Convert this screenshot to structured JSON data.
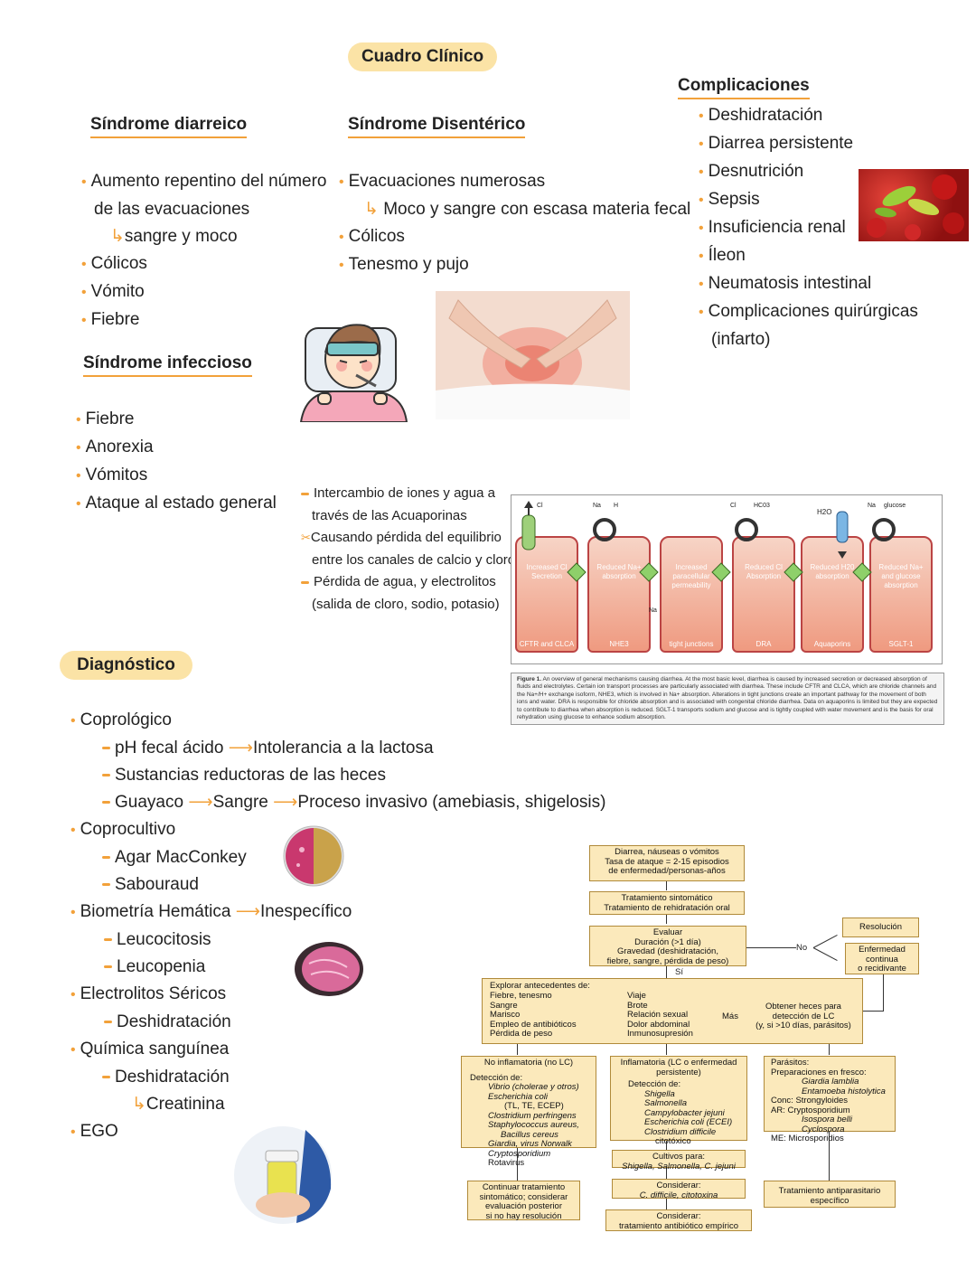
{
  "page_title": "Cuadro Clínico",
  "diarreico": {
    "header": "Síndrome diarreico",
    "items": [
      "Aumento repentino del número",
      "de las evacuaciones",
      "sangre y moco",
      "Cólicos",
      "Vómito",
      "Fiebre"
    ]
  },
  "disenterico": {
    "header": "Síndrome Disentérico",
    "items": [
      "Evacuaciones numerosas",
      "Moco y sangre con escasa materia fecal",
      "Cólicos",
      "Tenesmo y pujo"
    ]
  },
  "complicaciones": {
    "header": "Complicaciones",
    "items": [
      "Deshidratación",
      "Diarrea persistente",
      "Desnutrición",
      "Sepsis",
      "Insuficiencia renal",
      "Íleon",
      "Neumatosis intestinal",
      "Complicaciones quirúrgicas",
      "(infarto)"
    ]
  },
  "infeccioso": {
    "header": "Síndrome infeccioso",
    "items": [
      "Fiebre",
      "Anorexia",
      "Vómitos",
      "Ataque al estado general"
    ]
  },
  "mecanismo_notes": [
    "Intercambio de iones y agua a",
    "través de las Acuaporinas",
    "Causando pérdida del equilibrio",
    "entre los canales de calcio y cloro",
    "Pérdida de agua, y electrolitos",
    "(salida de cloro, sodio, potasio)"
  ],
  "mech_figure": {
    "ions": [
      "Cl",
      "Na",
      "H",
      "Cl",
      "HC03",
      "H2O",
      "Na",
      "glucose"
    ],
    "cells": [
      {
        "top": "Increased Cl Secretion",
        "bottom": "CFTR and CLCA"
      },
      {
        "top": "Reduced Na+ absorption",
        "bottom": "NHE3"
      },
      {
        "top": "Increased paracellular permeability",
        "bottom": "tight junctions"
      },
      {
        "top": "Reduced Cl Absorption",
        "bottom": "DRA"
      },
      {
        "top": "Reduced H20 absorption",
        "bottom": "Aquaporins"
      },
      {
        "top": "Reduced Na+ and glucose absorption",
        "bottom": "SGLT-1"
      }
    ],
    "na_label": "Na",
    "caption_title": "Figure 1.",
    "caption": "An overview of general mechanisms causing diarrhea. At the most basic level, diarrhea is caused by increased secretion or decreased absorption of fluids and electrolytes. Certain ion transport processes are particularly associated with diarrhea. These include CFTR and CLCA, which are chloride channels and the Na+/H+ exchange isoform, NHE3, which is involved in Na+ absorption. Alterations in tight junctions create an important pathway for the movement of both ions and water. DRA is responsible for chloride absorption and is associated with congenital chloride diarrhea. Data on aquaporins is limited but they are expected to contribute to diarrhea when absorption is reduced. SGLT-1 transports sodium and glucose and is tightly coupled with water movement and is the basis for oral rehydration using glucose to enhance sodium absorption."
  },
  "diagnostico": {
    "header": "Diagnóstico",
    "coprologico": "Coprológico",
    "ph": "pH fecal ácido",
    "ph_result": "Intolerancia a la lactosa",
    "reductoras": "Sustancias reductoras de las heces",
    "guayaco": "Guayaco",
    "guayaco_r1": "Sangre",
    "guayaco_r2": "Proceso invasivo (amebiasis, shigelosis)",
    "coprocultivo": "Coprocultivo",
    "agar": "Agar MacConkey",
    "sabouraud": "Sabouraud",
    "biometria": "Biometría Hemática",
    "biometria_r": "Inespecífico",
    "leucocitosis": "Leucocitosis",
    "leucopenia": "Leucopenia",
    "electrolitos": "Electrolitos Séricos",
    "deshidratacion1": "Deshidratación",
    "quimica": "Química sanguínea",
    "deshidratacion2": "Deshidratación",
    "creatinina": "Creatinina",
    "ego": "EGO"
  },
  "flow": {
    "b1": [
      "Diarrea, náuseas o vómitos",
      "Tasa de ataque = 2-15 episodios",
      "de enfermedad/personas-años"
    ],
    "b2": [
      "Tratamiento sintomático",
      "Tratamiento de rehidratación oral"
    ],
    "b3": [
      "Evaluar",
      "Duración (>1 día)",
      "Gravedad (deshidratación,",
      "fiebre, sangre, pérdida de peso)"
    ],
    "no": "No",
    "si": "Sí",
    "resolucion": "Resolución",
    "enfermedad": [
      "Enfermedad",
      "continua",
      "o recidivante"
    ],
    "explorar_title": "Explorar antecedentes de:",
    "explorar_left": [
      "Fiebre, tenesmo",
      "Sangre",
      "Marisco",
      "Empleo de antibióticos",
      "Pérdida de peso"
    ],
    "explorar_right": [
      "Viaje",
      "Brote",
      "Relación sexual",
      "Dolor abdominal",
      "Inmunosupresión"
    ],
    "mas": "Más",
    "obtener": [
      "Obtener heces para",
      "detección de LC",
      "(y, si >10 días, parásitos)"
    ],
    "noinf_title": "No inflamatoria (no LC)",
    "noinf_det": "Detección de:",
    "noinf_items": [
      "Vibrio (cholerae y otros)",
      "Escherichia coli",
      "(TL, TE, ECEP)",
      "Clostridium perfringens",
      "Staphylococcus aureus,",
      "Bacillus cereus",
      "Giardia, virus Norwalk",
      "Cryptosporidium",
      "Rotavirus"
    ],
    "inf_title": [
      "Inflamatoria (LC o enfermedad",
      "persistente)"
    ],
    "inf_det": "Detección de:",
    "inf_items": [
      "Shigella",
      "Salmonella",
      "Campylobacter jejuni",
      "Escherichia coli (ECEI)",
      "Clostridium difficile",
      "citotóxico"
    ],
    "par_title": "Parásitos:",
    "par_prep": "Preparaciones en fresco:",
    "par_items": [
      "Giardia lamblia",
      "Entamoeba histolytica"
    ],
    "par_conc": "Conc:  Strongyloides",
    "par_ar": "AR:     Cryptosporidium",
    "par_ar2": [
      "Isospora belli",
      "Cyclospora"
    ],
    "par_me": "ME:     Microsporidios",
    "cultivos": [
      "Cultivos para:",
      "Shigella, Salmonella, C. jejuni"
    ],
    "considerar1": [
      "Considerar:",
      "C. difficile, citotoxina"
    ],
    "considerar2": [
      "Considerar:",
      "tratamiento antibiótico empírico"
    ],
    "continuar": [
      "Continuar tratamiento",
      "sintomático; considerar",
      "evaluación posterior",
      "si no hay resolución"
    ],
    "antiparasitario": [
      "Tratamiento antiparasitario",
      "específico"
    ]
  }
}
